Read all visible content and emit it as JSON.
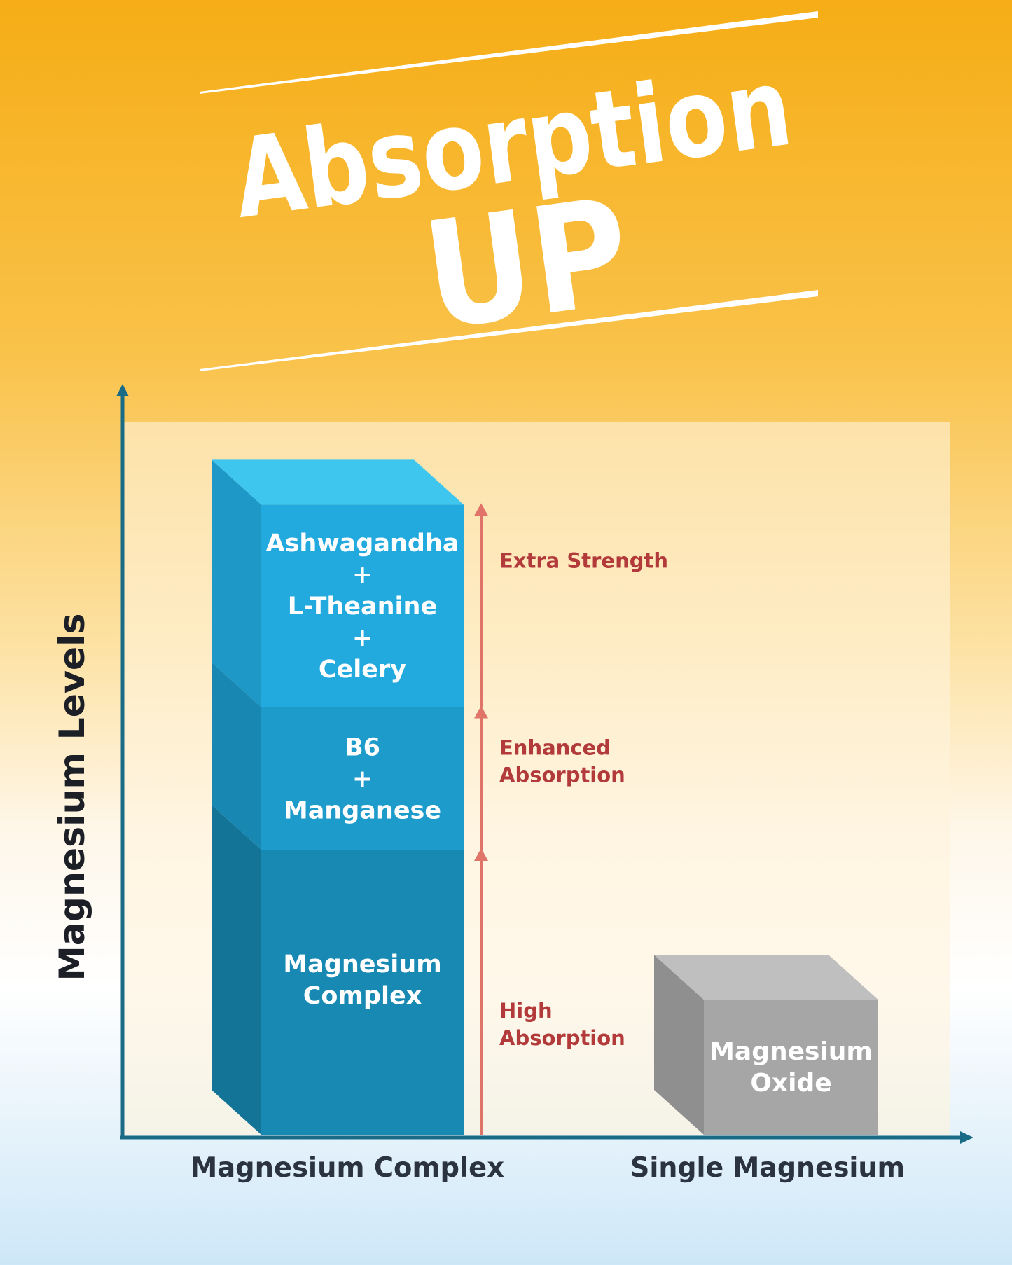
{
  "title": {
    "line1": "Absorption",
    "line2": "UP"
  },
  "colors": {
    "white": "#ffffff",
    "axis": "#1a6c86",
    "arrow": "#e07468",
    "annotation": "#b23a3a",
    "panel": "#fff4dc"
  },
  "chart_data": {
    "type": "bar",
    "stacked": true,
    "ylabel": "Magnesium Levels",
    "xlabel": "",
    "categories": [
      "Magnesium Complex",
      "Single Magnesium"
    ],
    "bars": [
      {
        "category": "Magnesium Complex",
        "segments": [
          {
            "label": [
              "Magnesium",
              "Complex"
            ],
            "value": 38,
            "front": "#1789b3",
            "side": "#137497",
            "top": "#3ec6ef"
          },
          {
            "label": [
              "B6",
              "+",
              "Manganese"
            ],
            "value": 19,
            "front": "#1d9bcb",
            "side": "#1887b2",
            "top": "#3ec6ef"
          },
          {
            "label": [
              "Ashwagandha",
              "+",
              "L-Theanine",
              "+",
              "Celery"
            ],
            "value": 27,
            "front": "#22a9dd",
            "side": "#1d98c7",
            "top": "#3ec6ef"
          }
        ]
      },
      {
        "category": "Single Magnesium",
        "segments": [
          {
            "label": [
              "Magnesium",
              "Oxide"
            ],
            "value": 18,
            "front": "#a6a6a6",
            "side": "#8f8f8f",
            "top": "#bfbfbf"
          }
        ]
      }
    ],
    "annotations": [
      {
        "text": [
          "High",
          "Absorption"
        ],
        "from": 0,
        "to": 38
      },
      {
        "text": [
          "Enhanced",
          "Absorption"
        ],
        "from": 38,
        "to": 57
      },
      {
        "text": [
          "Extra Strength"
        ],
        "from": 57,
        "to": 84
      }
    ],
    "ylim": [
      0,
      100
    ],
    "grid": false,
    "legend": "none"
  }
}
